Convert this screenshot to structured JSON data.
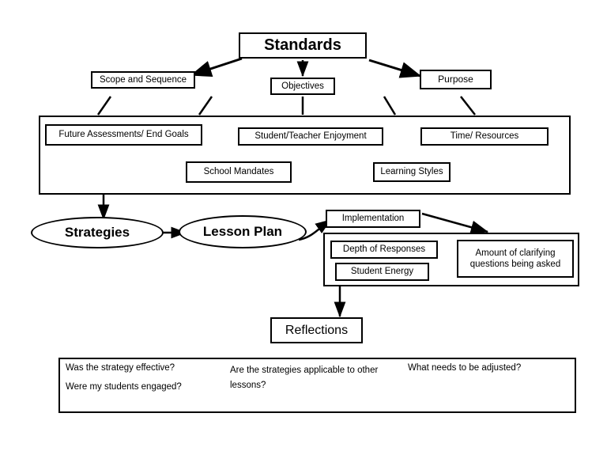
{
  "diagram": {
    "title_node": {
      "label": "Standards"
    },
    "level2": [
      {
        "label": "Scope and Sequence"
      },
      {
        "label": "Objectives"
      },
      {
        "label": "Purpose"
      }
    ],
    "considerations_box": {
      "items": [
        {
          "label": "Future Assessments/ End Goals"
        },
        {
          "label": "Student/Teacher Enjoyment"
        },
        {
          "label": "Time/ Resources"
        },
        {
          "label": "School Mandates"
        },
        {
          "label": "Learning Styles"
        }
      ]
    },
    "process": [
      {
        "label": "Strategies"
      },
      {
        "label": "Lesson Plan"
      },
      {
        "label": "Implementation"
      }
    ],
    "observations_box": {
      "items": [
        {
          "label": "Depth of Responses"
        },
        {
          "label": "Student Energy"
        },
        {
          "label": "Amount of clarifying questions being asked"
        }
      ]
    },
    "reflections_node": {
      "label": "Reflections"
    },
    "reflection_questions": [
      {
        "label": "Was the strategy effective?"
      },
      {
        "label": "Were my students engaged?"
      },
      {
        "label": "Are the strategies applicable to other lessons?"
      },
      {
        "label": "What needs to be adjusted?"
      }
    ],
    "colors": {
      "stroke": "#000000",
      "background": "#ffffff",
      "text": "#000000"
    }
  }
}
